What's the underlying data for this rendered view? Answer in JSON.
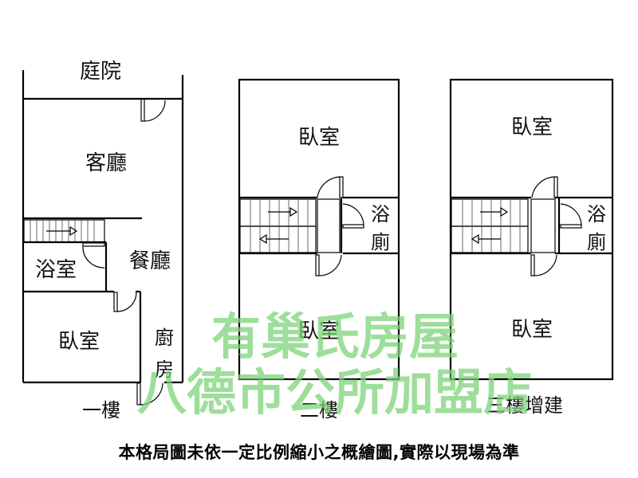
{
  "floors": {
    "first": {
      "label": "一樓",
      "rooms": {
        "courtyard": "庭院",
        "living": "客廳",
        "bath": "浴室",
        "dining": "餐廳",
        "bedroom": "臥室",
        "kitchen_1": "廚",
        "kitchen_2": "房"
      }
    },
    "second": {
      "label": "二樓",
      "rooms": {
        "bedroom_front": "臥室",
        "bedroom_back": "臥室",
        "bath_1": "浴",
        "bath_2": "廁"
      }
    },
    "third": {
      "label": "三樓增建",
      "rooms": {
        "bedroom_front": "臥室",
        "bedroom_back": "臥室",
        "bath_1": "浴",
        "bath_2": "廁"
      }
    }
  },
  "watermark": {
    "line1": "有巢氏房屋",
    "line2": "八德市公所加盟店",
    "color": "#7ed37a"
  },
  "footnote": "本格局圖未依一定比例縮小之概繪圖,實際以現場為準"
}
